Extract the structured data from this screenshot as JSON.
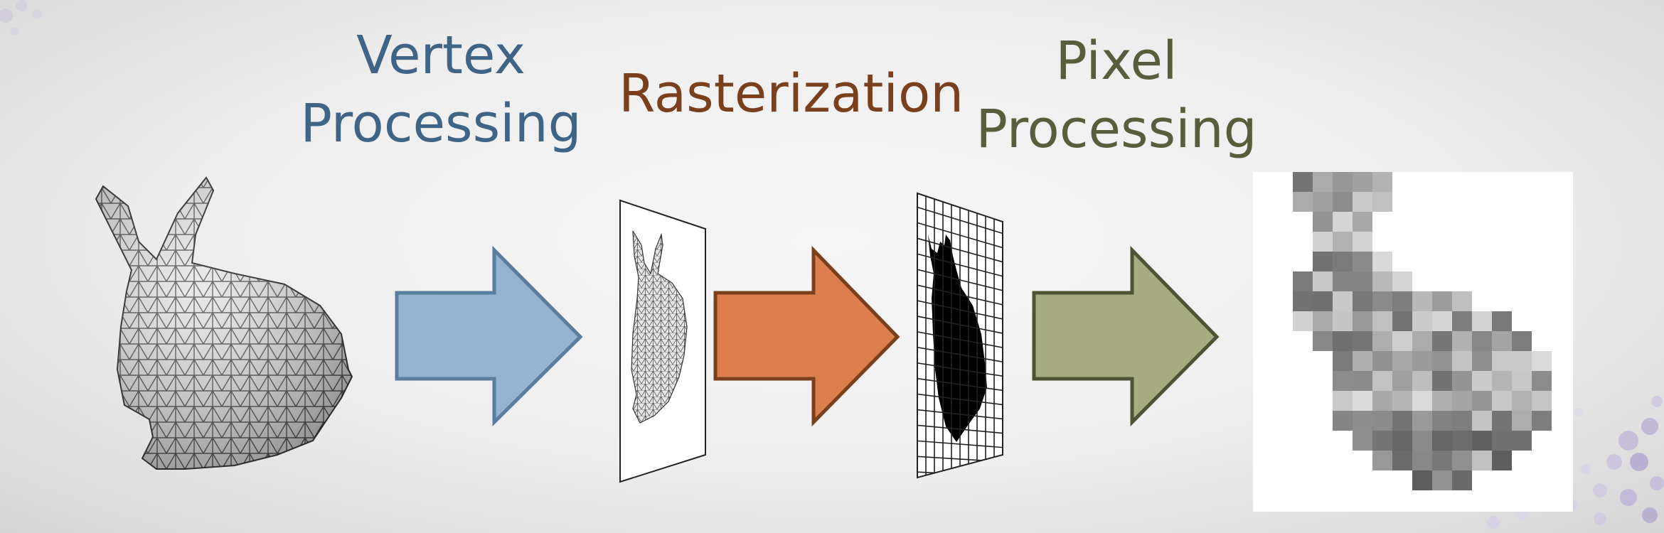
{
  "stages": {
    "vertex": {
      "line1": "Vertex",
      "line2": "Processing",
      "color": "#3f6485"
    },
    "raster": {
      "line1": "Rasterization",
      "color": "#7a3f1d"
    },
    "pixel": {
      "line1": "Pixel",
      "line2": "Processing",
      "color": "#5a5d3c"
    }
  },
  "arrows": {
    "vertex": {
      "fill": "#93b3d0",
      "stroke": "#5a7d9e"
    },
    "raster": {
      "fill": "#dd7f4c",
      "stroke": "#7a3f1d"
    },
    "pixel": {
      "fill": "#a6ac80",
      "stroke": "#4f5335"
    }
  },
  "icons": {
    "bunny_mesh": "bunny-wireframe-mesh",
    "projected_frame": "projected-bunny-frame",
    "raster_grid": "rasterized-grid",
    "pixel_bunny": "pixelated-bunny"
  }
}
